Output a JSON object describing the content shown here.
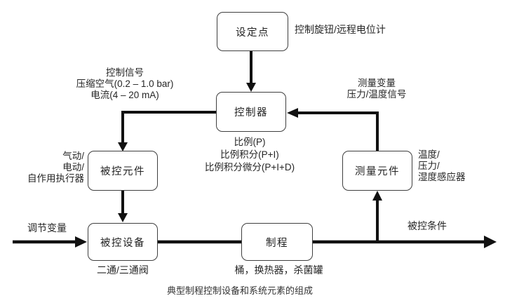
{
  "diagram": {
    "caption": "典型制程控制设备和系统元素的组成",
    "boxes": {
      "setpoint": {
        "label": "设定点"
      },
      "controller": {
        "label": "控制器"
      },
      "actuator": {
        "label": "被控元件"
      },
      "sensor": {
        "label": "测量元件"
      },
      "device": {
        "label": "被控设备"
      },
      "process": {
        "label": "制程"
      }
    },
    "annotations": {
      "setpoint_note": "控制旋钮/远程电位计",
      "control_signal": {
        "line1": "控制信号",
        "line2": "压缩空气(0.2 – 1.0 bar)",
        "line3": "电流(4 – 20 mA)"
      },
      "measured_variable": {
        "line1": "测量变量",
        "line2": "压力/温度信号"
      },
      "control_modes": {
        "line1": "比例(P)",
        "line2": "比例积分(P+I)",
        "line3": "比例积分微分(P+I+D)"
      },
      "actuator_types": {
        "line1": "气动/",
        "line2": "电动/",
        "line3": "自作用执行器"
      },
      "sensor_types": {
        "line1": "温度/",
        "line2": "压力/",
        "line3": "湿度感应器"
      },
      "manipulated_variable": "调节变量",
      "controlled_condition": "被控条件",
      "valve_note": "二通/三通阀",
      "process_note": "桶，换热器，杀菌罐"
    },
    "colors": {
      "line": "#111111",
      "box_border": "#3f3f3f",
      "text": "#262626",
      "background": "#ffffff"
    }
  }
}
